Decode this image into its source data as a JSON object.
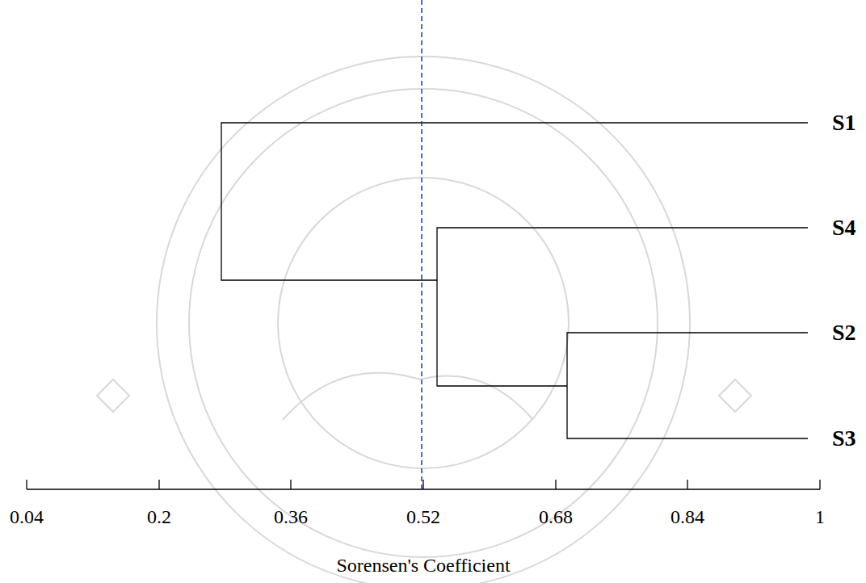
{
  "diagram": {
    "labels": [
      "S1",
      "S4",
      "S2",
      "S3",
      "0.04",
      "0.2",
      "0.36",
      "0.52",
      "0.68",
      "0.84",
      "1",
      "Sorensen's Coefficient"
    ]
  }
}
